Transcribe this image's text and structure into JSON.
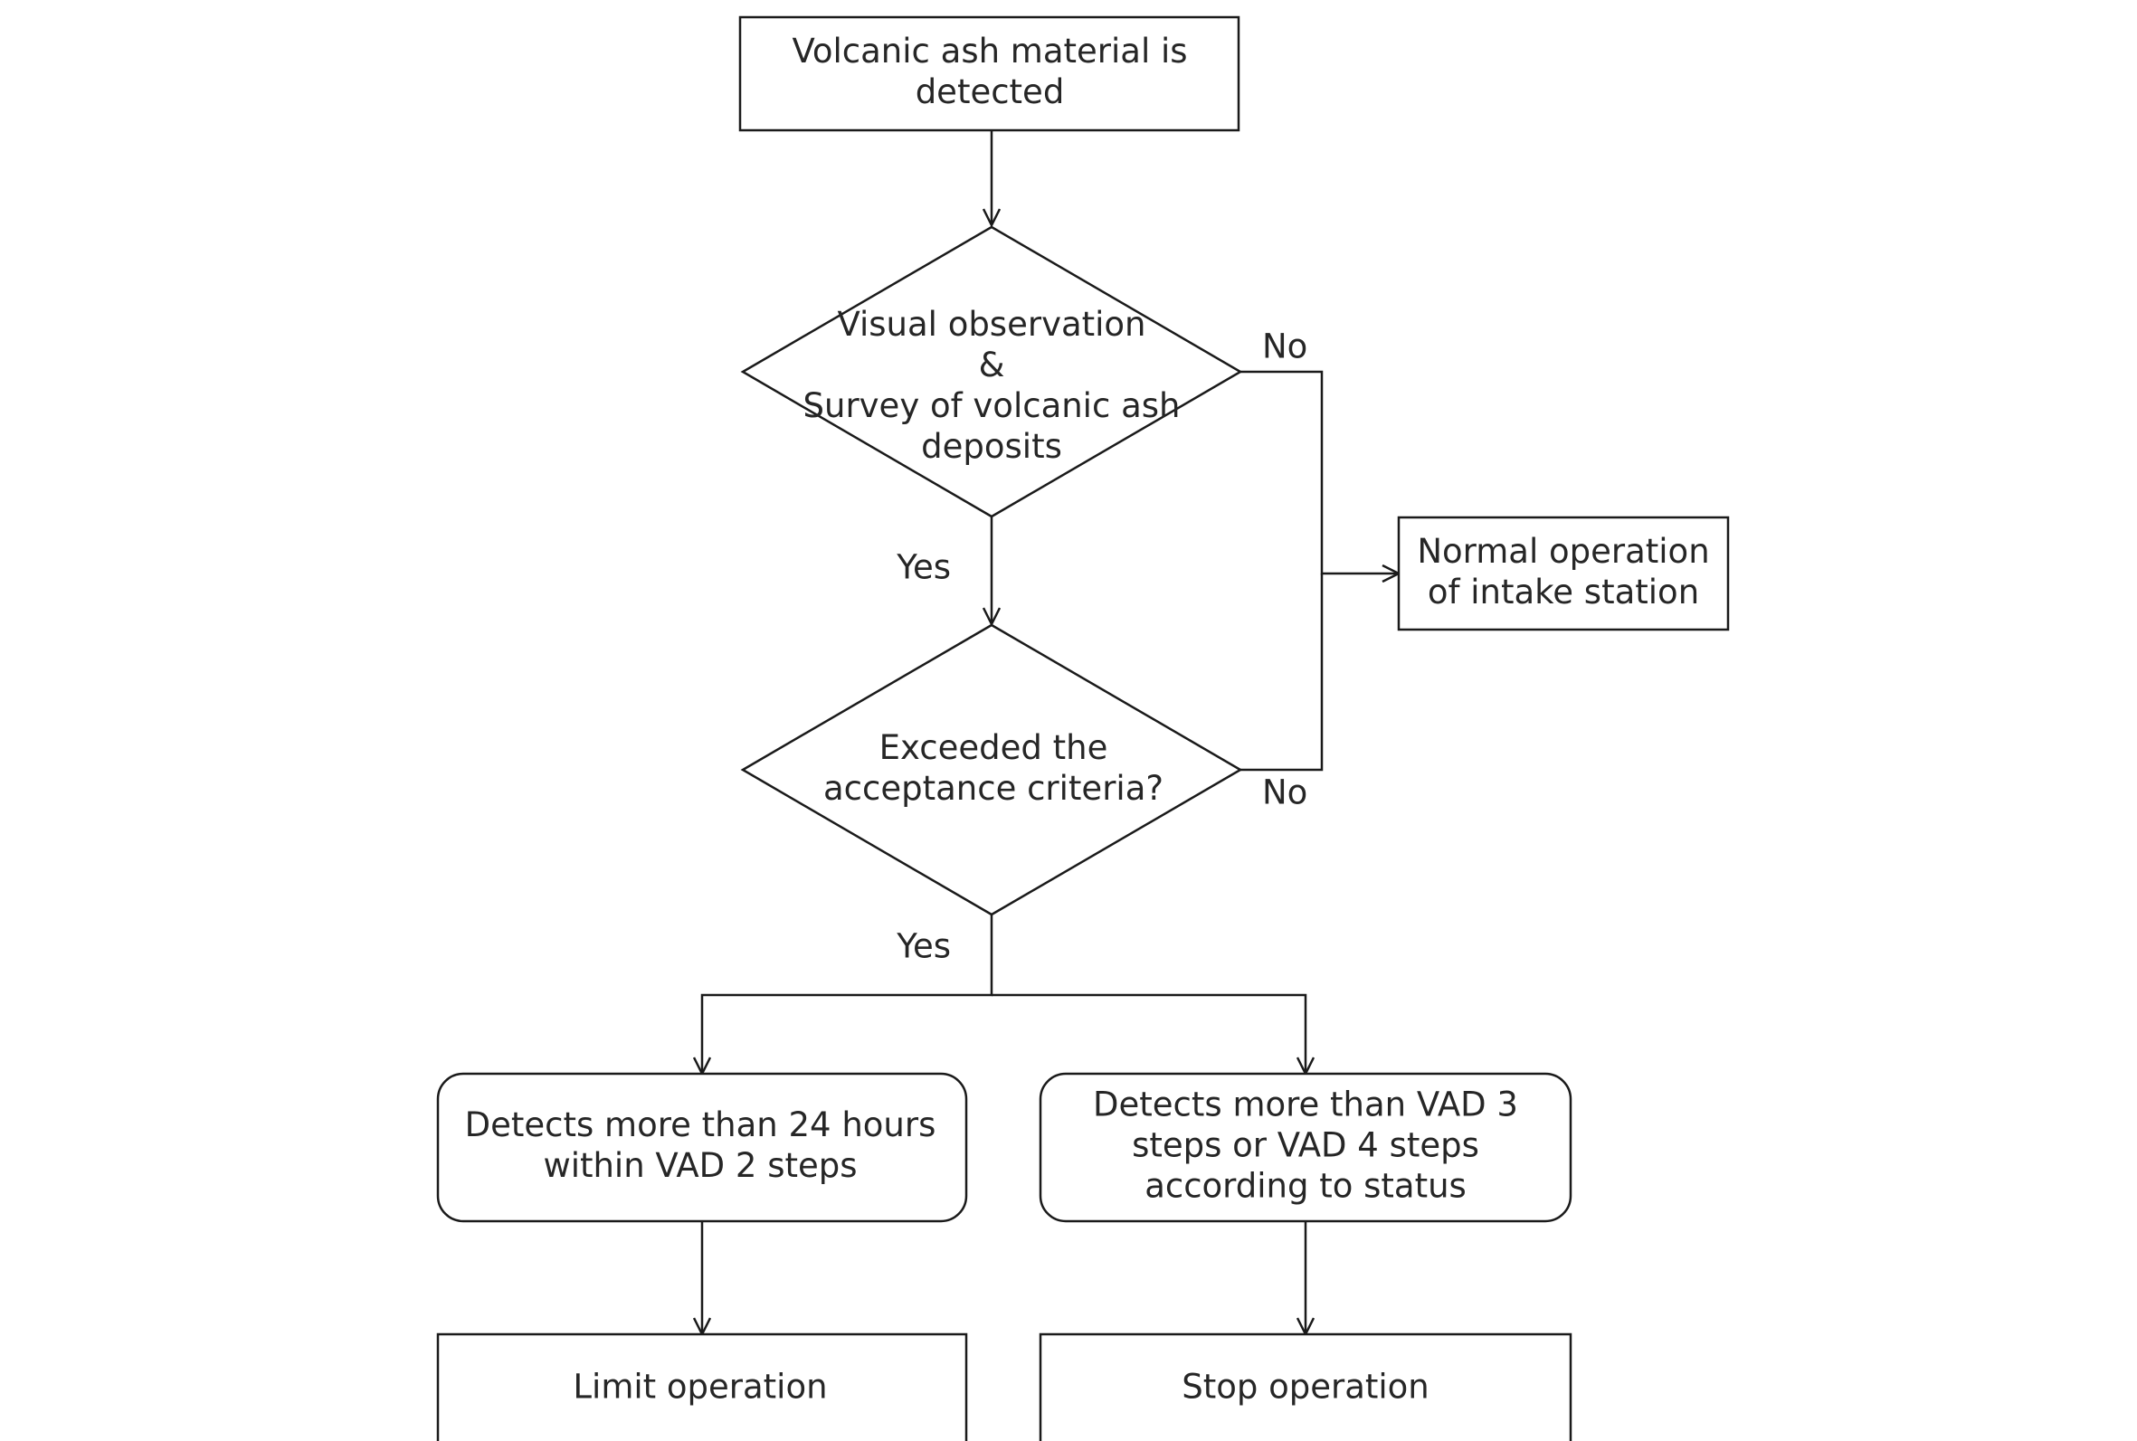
{
  "diagram": {
    "type": "flowchart",
    "nodes": [
      {
        "id": "n_detect",
        "shape": "rect",
        "lines": [
          "Volcanic ash material is",
          "detected"
        ]
      },
      {
        "id": "n_visual",
        "shape": "diamond",
        "lines": [
          "Visual observation",
          "&",
          "Survey of volcanic ash",
          "deposits"
        ]
      },
      {
        "id": "n_normal",
        "shape": "rect",
        "lines": [
          "Normal operation",
          "of intake station"
        ]
      },
      {
        "id": "n_exceeded",
        "shape": "diamond",
        "lines": [
          "Exceeded the",
          "acceptance criteria?"
        ]
      },
      {
        "id": "n_vad2",
        "shape": "rounded-rect",
        "lines": [
          "Detects more than 24 hours",
          "within VAD 2 steps"
        ]
      },
      {
        "id": "n_vad34",
        "shape": "rounded-rect",
        "lines": [
          "Detects more than VAD 3",
          "steps or VAD 4 steps",
          "according to status"
        ]
      },
      {
        "id": "n_limit",
        "shape": "rect",
        "lines": [
          "Limit operation"
        ]
      },
      {
        "id": "n_stop",
        "shape": "rect",
        "lines": [
          "Stop operation"
        ]
      }
    ],
    "edges": [
      {
        "from": "n_detect",
        "to": "n_visual",
        "label": ""
      },
      {
        "from": "n_visual",
        "to": "n_exceeded",
        "label": "Yes"
      },
      {
        "from": "n_visual",
        "to": "n_normal",
        "label": "No"
      },
      {
        "from": "n_exceeded",
        "to": "n_normal",
        "label": "No"
      },
      {
        "from": "n_exceeded",
        "to": "n_vad2",
        "label": "Yes"
      },
      {
        "from": "n_exceeded",
        "to": "n_vad34",
        "label": ""
      },
      {
        "from": "n_vad2",
        "to": "n_limit",
        "label": ""
      },
      {
        "from": "n_vad34",
        "to": "n_stop",
        "label": ""
      }
    ]
  }
}
